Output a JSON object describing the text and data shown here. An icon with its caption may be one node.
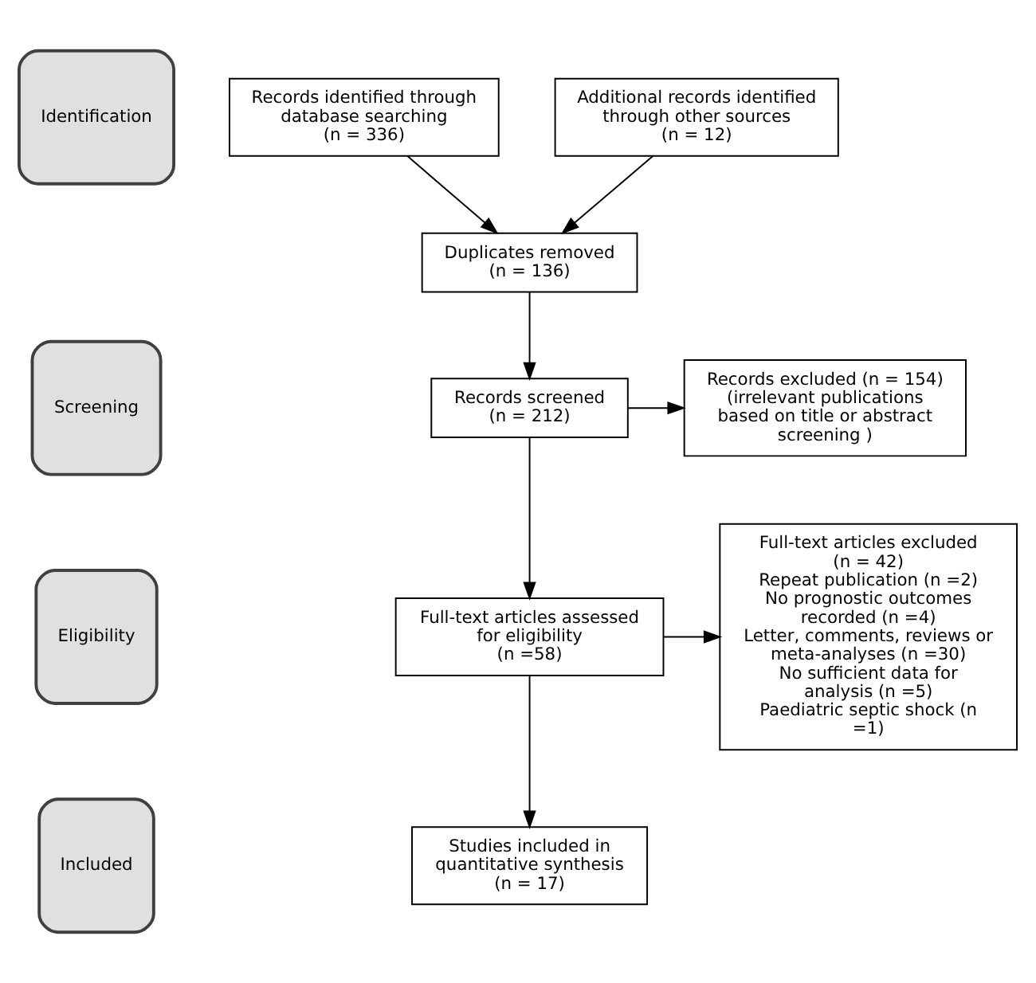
{
  "diagram": {
    "nodes": [
      {
        "text": [
          "Identification"
        ]
      },
      {
        "text": [
          "Records identified through database searching",
          "(n = 336)"
        ]
      },
      {
        "text": [
          "Additional records identified through other sources",
          "(n = 12)"
        ]
      },
      {
        "text": [
          "Duplicates removed",
          "(n = 136)"
        ]
      },
      {
        "text": [
          "Screening"
        ]
      },
      {
        "text": [
          "Records screened",
          "(n = 212)"
        ]
      },
      {
        "text": [
          "Records excluded (n = 154) (irrelevant publications based on title or abstract screening )"
        ]
      },
      {
        "text": [
          "Eligibility"
        ]
      },
      {
        "text": [
          "Full-text articles assessed for eligibility",
          "(n =58)"
        ]
      },
      {
        "text": [
          "Full-text articles excluded (n = 42)",
          "Repeat publication (n =2)",
          "No prognostic outcomes recorded (n =4)",
          "Letter, comments, reviews or meta-analyses (n =30)",
          "No sufficient data for analysis (n =5)",
          "Paediatric septic shock (n =1)"
        ]
      },
      {
        "text": [
          "Included"
        ]
      },
      {
        "text": [
          "Studies included in quantitative synthesis",
          "(n = 17)"
        ]
      }
    ],
    "edges": [
      {
        "from": 1,
        "to": 3,
        "arrow": "to"
      },
      {
        "from": 2,
        "to": 3,
        "arrow": "to"
      },
      {
        "from": 3,
        "to": 5,
        "arrow": "to"
      },
      {
        "from": 5,
        "to": 6,
        "arrow": "to"
      },
      {
        "from": 5,
        "to": 8,
        "arrow": "to"
      },
      {
        "from": 8,
        "to": 9,
        "arrow": "to"
      },
      {
        "from": 8,
        "to": 11,
        "arrow": "to"
      }
    ]
  }
}
